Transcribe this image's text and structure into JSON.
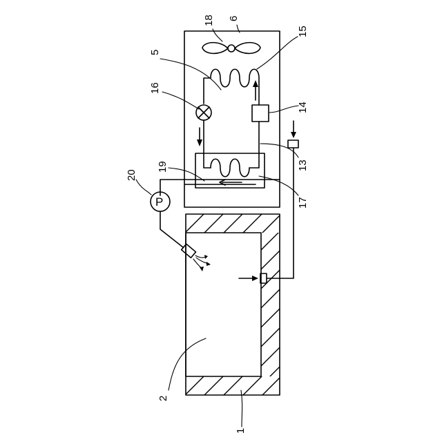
{
  "figure": {
    "labels": {
      "ref_1": "1",
      "ref_2": "2",
      "ref_5": "5",
      "ref_6": "6",
      "ref_13": "13",
      "ref_14": "14",
      "ref_15": "15",
      "ref_16": "16",
      "ref_17": "17",
      "ref_18": "18",
      "ref_19": "19",
      "ref_20": "20"
    },
    "pump_symbol": "P"
  }
}
